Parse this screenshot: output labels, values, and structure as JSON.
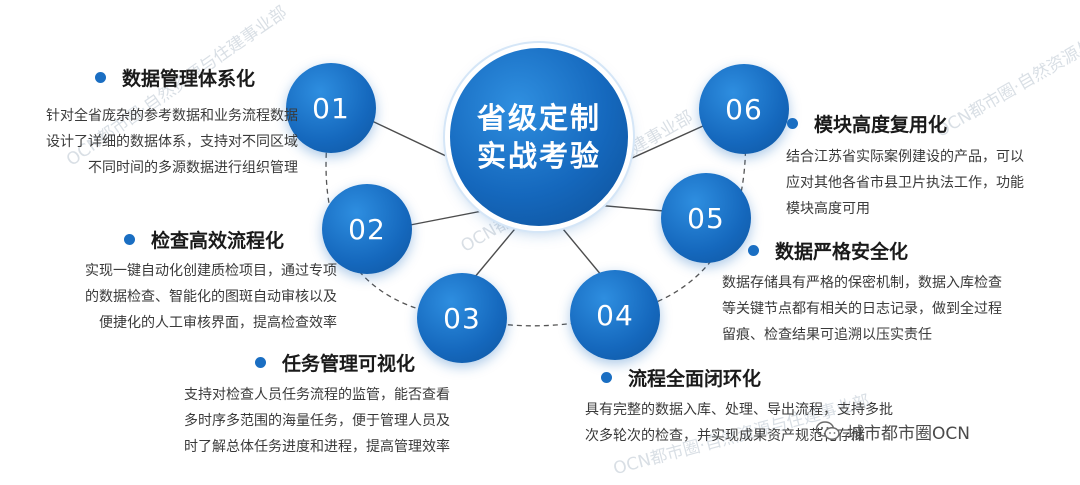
{
  "hub": {
    "line1": "省级定制",
    "line2": "实战考验"
  },
  "items": [
    {
      "number": "01",
      "title": "数据管理体系化",
      "lines": [
        "针对全省庞杂的参考数据和业务流程数据",
        "设计了详细的数据体系，支持对不同区域",
        "不同时间的多源数据进行组织管理"
      ]
    },
    {
      "number": "02",
      "title": "检查高效流程化",
      "lines": [
        "实现一键自动化创建质检项目，通过专项",
        "的数据检查、智能化的图斑自动审核以及",
        "便捷化的人工审核界面，提高检查效率"
      ]
    },
    {
      "number": "03",
      "title": "任务管理可视化",
      "lines": [
        "支持对检查人员任务流程的监管，能否查看",
        "多时序多范围的海量任务，便于管理人员及",
        "时了解总体任务进度和进程，提高管理效率"
      ]
    },
    {
      "number": "04",
      "title": "流程全面闭环化",
      "lines": [
        "具有完整的数据入库、处理、导出流程，支持多批",
        "次多轮次的检查，并实现成果资产规范化存储"
      ]
    },
    {
      "number": "05",
      "title": "数据严格安全化",
      "lines": [
        "数据存储具有严格的保密机制，数据入库检查",
        "等关键节点都有相关的日志记录，做到全过程",
        "留痕、检查结果可追溯以压实责任"
      ]
    },
    {
      "number": "06",
      "title": "模块高度复用化",
      "lines": [
        "结合江苏省实际案例建设的产品，可以",
        "应对其他各省市县卫片执法工作，功能",
        "模块高度可用"
      ]
    }
  ],
  "watermark": "OCN都市圈·自然资源与住建事业部",
  "brand": {
    "icon": "wechat-icon",
    "label": "城市都市圈OCN"
  },
  "colors": {
    "accent": "#1568bd",
    "dot": "#1a6ec2",
    "text": "#3a3a3a",
    "connector": "#4d4d4d"
  }
}
